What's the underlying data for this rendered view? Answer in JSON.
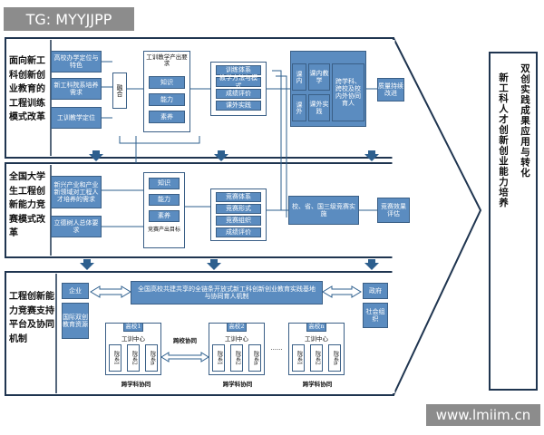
{
  "watermarks": {
    "top_left": "TG: MYYJJPP",
    "bottom_right": "www.lmiim.cn"
  },
  "section1": {
    "label": "面向新工科创新创业教育的工程训练模式改革",
    "left_boxes": [
      "高校办学定位与特色",
      "新工科院系培养需求",
      "工训教学定位"
    ],
    "merge": "融合",
    "requirements_title": "工训教学产出要求",
    "requirements": [
      "知识",
      "能力",
      "素养"
    ],
    "system_items": [
      "训练体系",
      "教学方法与模式",
      "成绩评价",
      "课外实践"
    ],
    "in_class": "课内",
    "out_class": "课外",
    "in_teaching": "课内教学",
    "out_practice": "课外实践",
    "cross_school": "跨学科、跨校及校内外协同育人",
    "quality": "质量持续改进"
  },
  "section2": {
    "label": "全国大学生工程创新能力竞赛模式改革",
    "left_boxes": [
      "新兴产业和产业新领域对工程人才培养的需求",
      "立德树人总体要求"
    ],
    "goals": [
      "知识",
      "能力",
      "素养"
    ],
    "goals_caption": "竞赛产出目标",
    "system_items": [
      "竞赛体系",
      "竞赛形式",
      "竞赛组织",
      "成绩评价"
    ],
    "levels": "校、省、国三级竞赛实施",
    "effect": "竞赛效果评估"
  },
  "section3": {
    "label": "工程创新能力竞赛支持平台及协同机制",
    "top_banner": "全国高校共建共享的全链条开放式新工科创新创业教育实践基地与协同育人机制",
    "left_boxes": [
      "企业",
      "国际双创教育资源"
    ],
    "right_boxes": [
      "政府",
      "社会组织"
    ],
    "schools": [
      "高校1",
      "高校2",
      "高校n"
    ],
    "center": "工训中心",
    "depts": [
      "院系1",
      "院系2",
      "院系n"
    ],
    "cross_school": "跨校协同",
    "dots": "……",
    "cross_discipline": "跨学科协同"
  },
  "right_panel": {
    "col1": "新工科人才创新创业能力培养",
    "col2": "双创实践成果应用与转化"
  }
}
